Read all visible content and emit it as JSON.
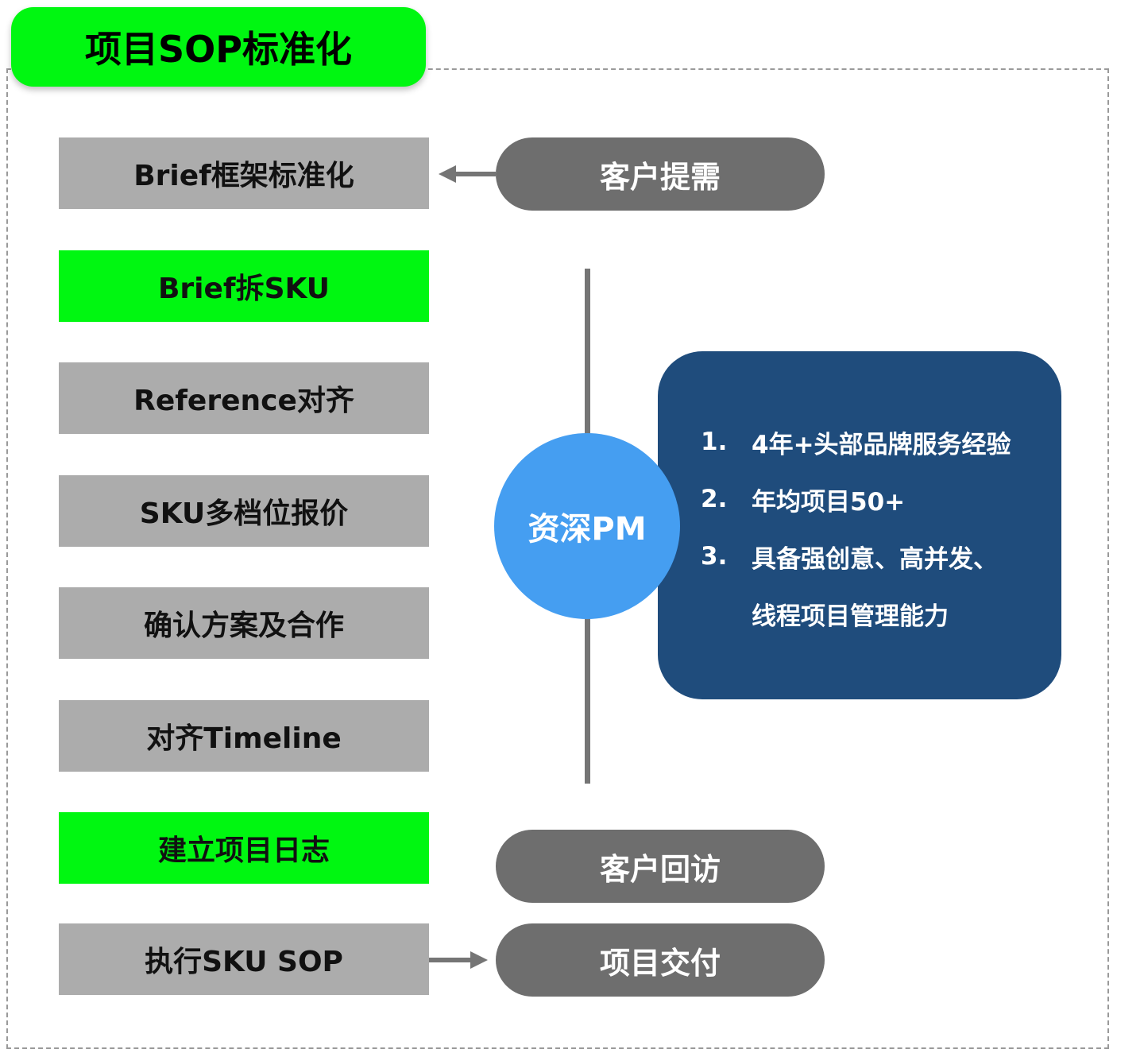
{
  "colors": {
    "green": "#00f711",
    "gray_box": "#acacac",
    "dark_pill": "#6e6e6e",
    "navy": "#1f4c7c",
    "blue_circle": "#459ef1",
    "line": "#757575"
  },
  "title": "项目SOP标准化",
  "steps": [
    {
      "label": "Brief框架标准化",
      "highlight": false
    },
    {
      "label": "Brief拆SKU",
      "highlight": true
    },
    {
      "label": "Reference对齐",
      "highlight": false
    },
    {
      "label": "SKU多档位报价",
      "highlight": false
    },
    {
      "label": "确认方案及合作",
      "highlight": false
    },
    {
      "label": "对齐Timeline",
      "highlight": false
    },
    {
      "label": "建立项目日志",
      "highlight": true
    },
    {
      "label": "执行SKU SOP",
      "highlight": false
    }
  ],
  "client_pills": {
    "request": "客户提需",
    "revisit": "客户回访",
    "delivery": "项目交付"
  },
  "pm": {
    "circle_label": "资深PM",
    "items": [
      {
        "num": "1.",
        "text": "4年+头部品牌服务经验"
      },
      {
        "num": "2.",
        "text": "年均项目50+"
      },
      {
        "num": "3.",
        "text": "具备强创意、高并发、"
      }
    ],
    "continuation": "线程项目管理能力"
  }
}
